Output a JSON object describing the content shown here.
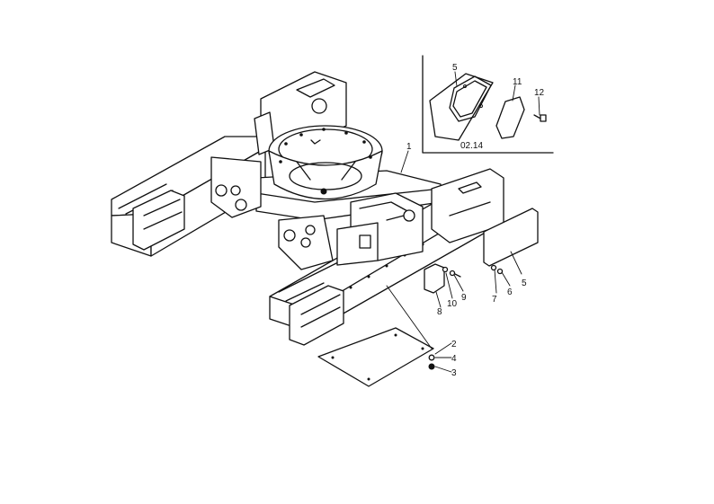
{
  "callouts": {
    "c1": "1",
    "c2": "2",
    "c3": "3",
    "c4": "4",
    "c5_main": "5",
    "c5_inset": "5",
    "c6": "6",
    "c7": "7",
    "c8": "8",
    "c9": "9",
    "c10": "10",
    "c11": "11",
    "c12": "12"
  },
  "inset": {
    "code": "02.14"
  }
}
